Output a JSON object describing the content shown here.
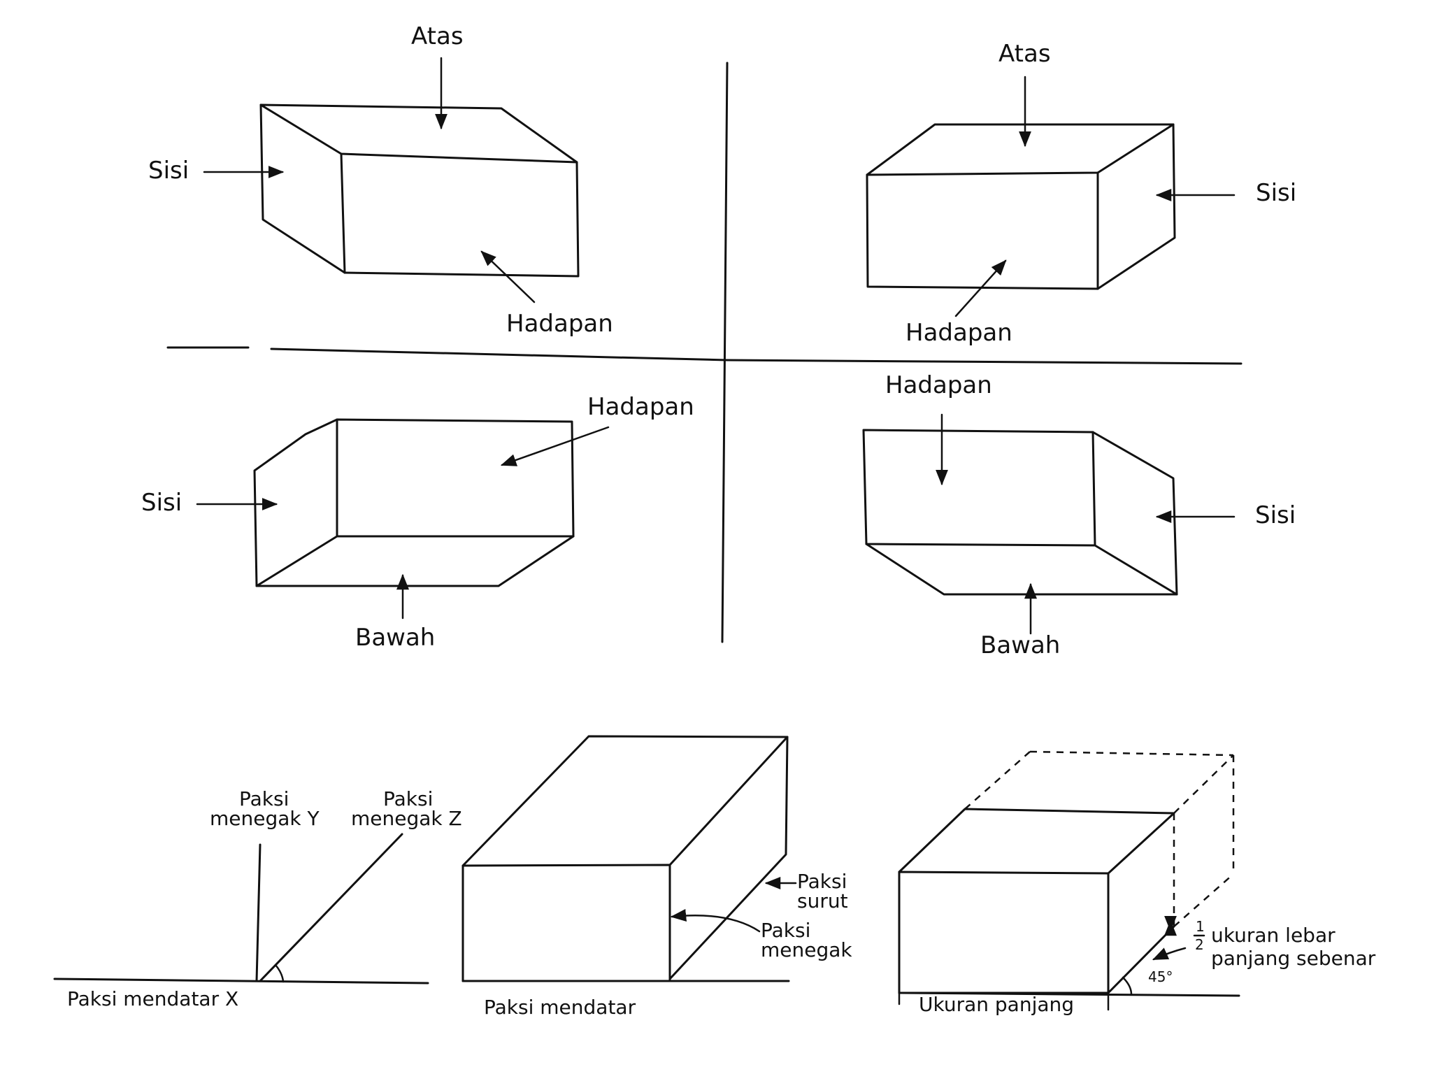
{
  "quadrants": {
    "top_left": {
      "top": "Atas",
      "side": "Sisi",
      "front": "Hadapan"
    },
    "top_right": {
      "top": "Atas",
      "side": "Sisi",
      "front": "Hadapan"
    },
    "bottom_left": {
      "front": "Hadapan",
      "side": "Sisi",
      "bottom": "Bawah"
    },
    "bottom_right": {
      "front": "Hadapan",
      "side": "Sisi",
      "bottom": "Bawah"
    }
  },
  "axes_figure": {
    "y_axis_line1": "Paksi",
    "y_axis_line2": "menegak Y",
    "z_axis_line1": "Paksi",
    "z_axis_line2": "menegak Z",
    "x_axis": "Paksi mendatar X"
  },
  "oblique_figure": {
    "receding_line1": "Paksi",
    "receding_line2": "surut",
    "vertical_line1": "Paksi",
    "vertical_line2": "menegak",
    "horizontal": "Paksi mendatar"
  },
  "measure_figure": {
    "fraction_num": "1",
    "fraction_den": "2",
    "line1": "ukuran lebar",
    "line2": "panjang sebenar",
    "angle": "45°",
    "length": "Ukuran panjang"
  }
}
